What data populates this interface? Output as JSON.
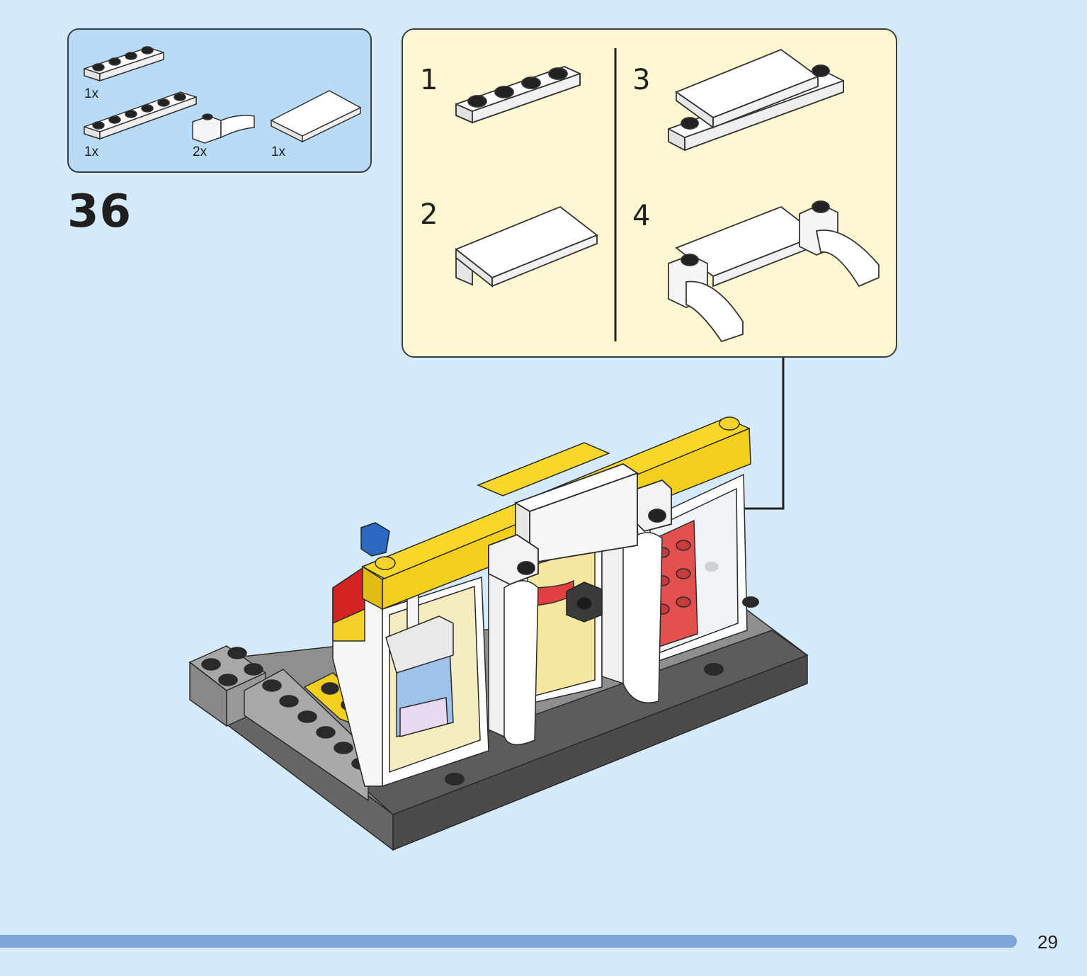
{
  "parts_list": {
    "items": [
      {
        "name": "plate-1x4-white",
        "quantity": "1x"
      },
      {
        "name": "plate-1x6-white",
        "quantity": "1x"
      },
      {
        "name": "slope-curved-white",
        "quantity": "2x"
      },
      {
        "name": "tile-2x4-white",
        "quantity": "1x"
      }
    ]
  },
  "step": {
    "number": "36"
  },
  "substeps": {
    "items": [
      {
        "number": "1"
      },
      {
        "number": "2"
      },
      {
        "number": "3"
      },
      {
        "number": "4"
      }
    ]
  },
  "colors": {
    "background": "#d5ebfc",
    "parts_box": "#b8dcf8",
    "substep_box": "#fff6d2",
    "footer_bar": "#7fa5d8",
    "brick_yellow": "#f6d21a",
    "brick_white": "#fafafa",
    "brick_dark_gray": "#5a5a5a",
    "brick_light_gray": "#a9a9a9"
  },
  "page": {
    "number": "29"
  }
}
